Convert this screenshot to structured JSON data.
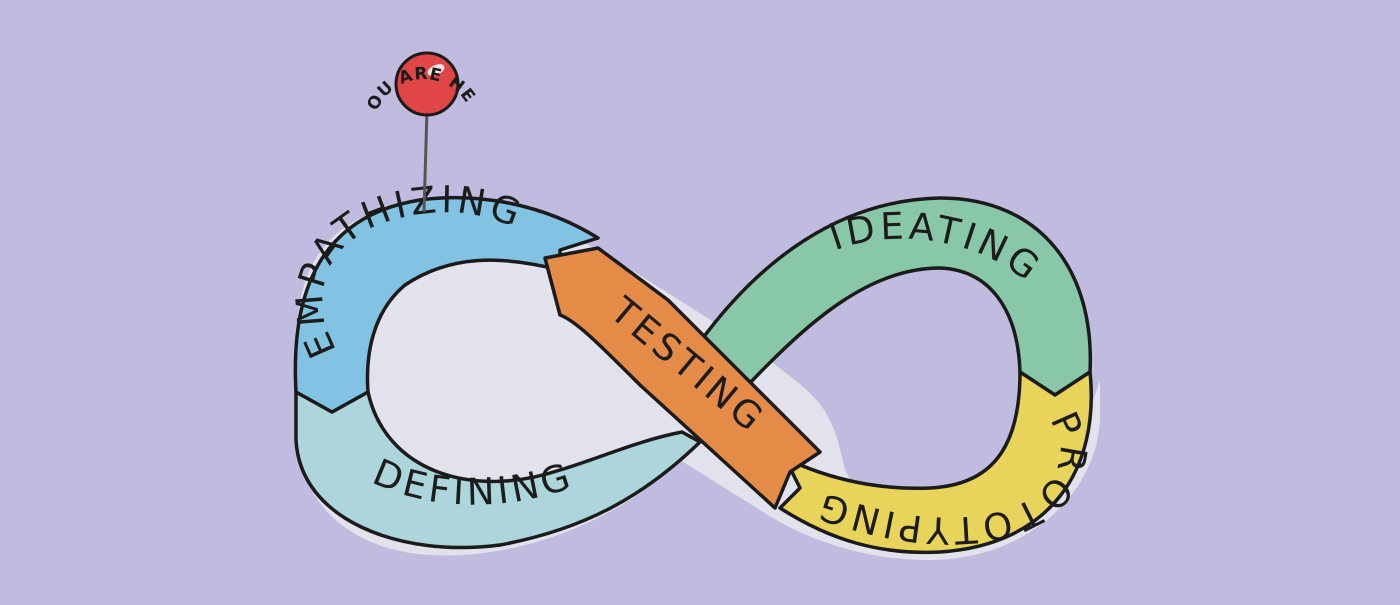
{
  "pin": {
    "label": "YOU ARE HERE",
    "color": "#e04646"
  },
  "stages": [
    {
      "id": "empathizing",
      "label": "EMPATHIZING",
      "color": "#82c2e2"
    },
    {
      "id": "defining",
      "label": "DEFINING",
      "color": "#acd6dc"
    },
    {
      "id": "ideating",
      "label": "IDEATING",
      "color": "#88c8a8"
    },
    {
      "id": "prototyping",
      "label": "PROTOTYPING",
      "color": "#e8d45a"
    },
    {
      "id": "testing",
      "label": "TESTING",
      "color": "#e48b48"
    }
  ]
}
